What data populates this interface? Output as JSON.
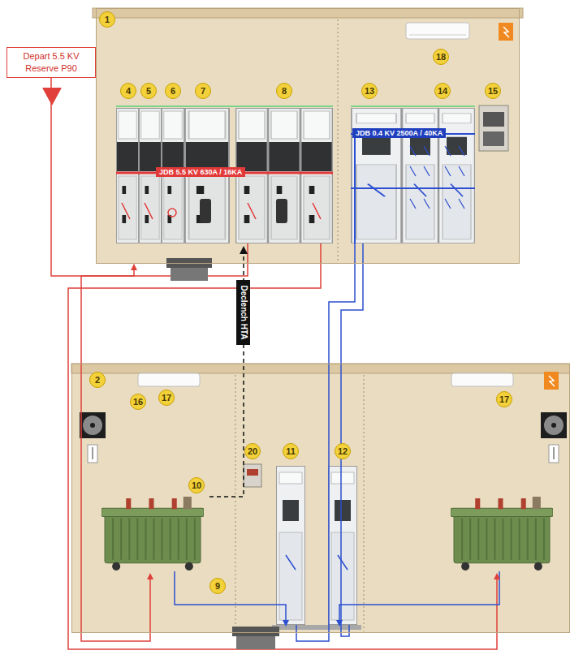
{
  "diagram": {
    "nodes": [
      {
        "text": [
          "Depart 5.5 KV Reserve P90"
        ]
      },
      {
        "text": [
          "1"
        ]
      },
      {
        "text": [
          "2"
        ]
      }
    ],
    "edges": [
      {
        "from": 0,
        "to": 1,
        "arrow": "to"
      }
    ],
    "labels": [
      "4",
      "5",
      "6",
      "7",
      "8",
      "13",
      "14",
      "15",
      "18",
      "JDB 5.5 KV 630A / 16KA",
      "JDB 0.4 KV 2500A / 40KA",
      "Declench HTA",
      "17",
      "16",
      "10",
      "20",
      "11",
      "12",
      "9",
      "17"
    ]
  }
}
